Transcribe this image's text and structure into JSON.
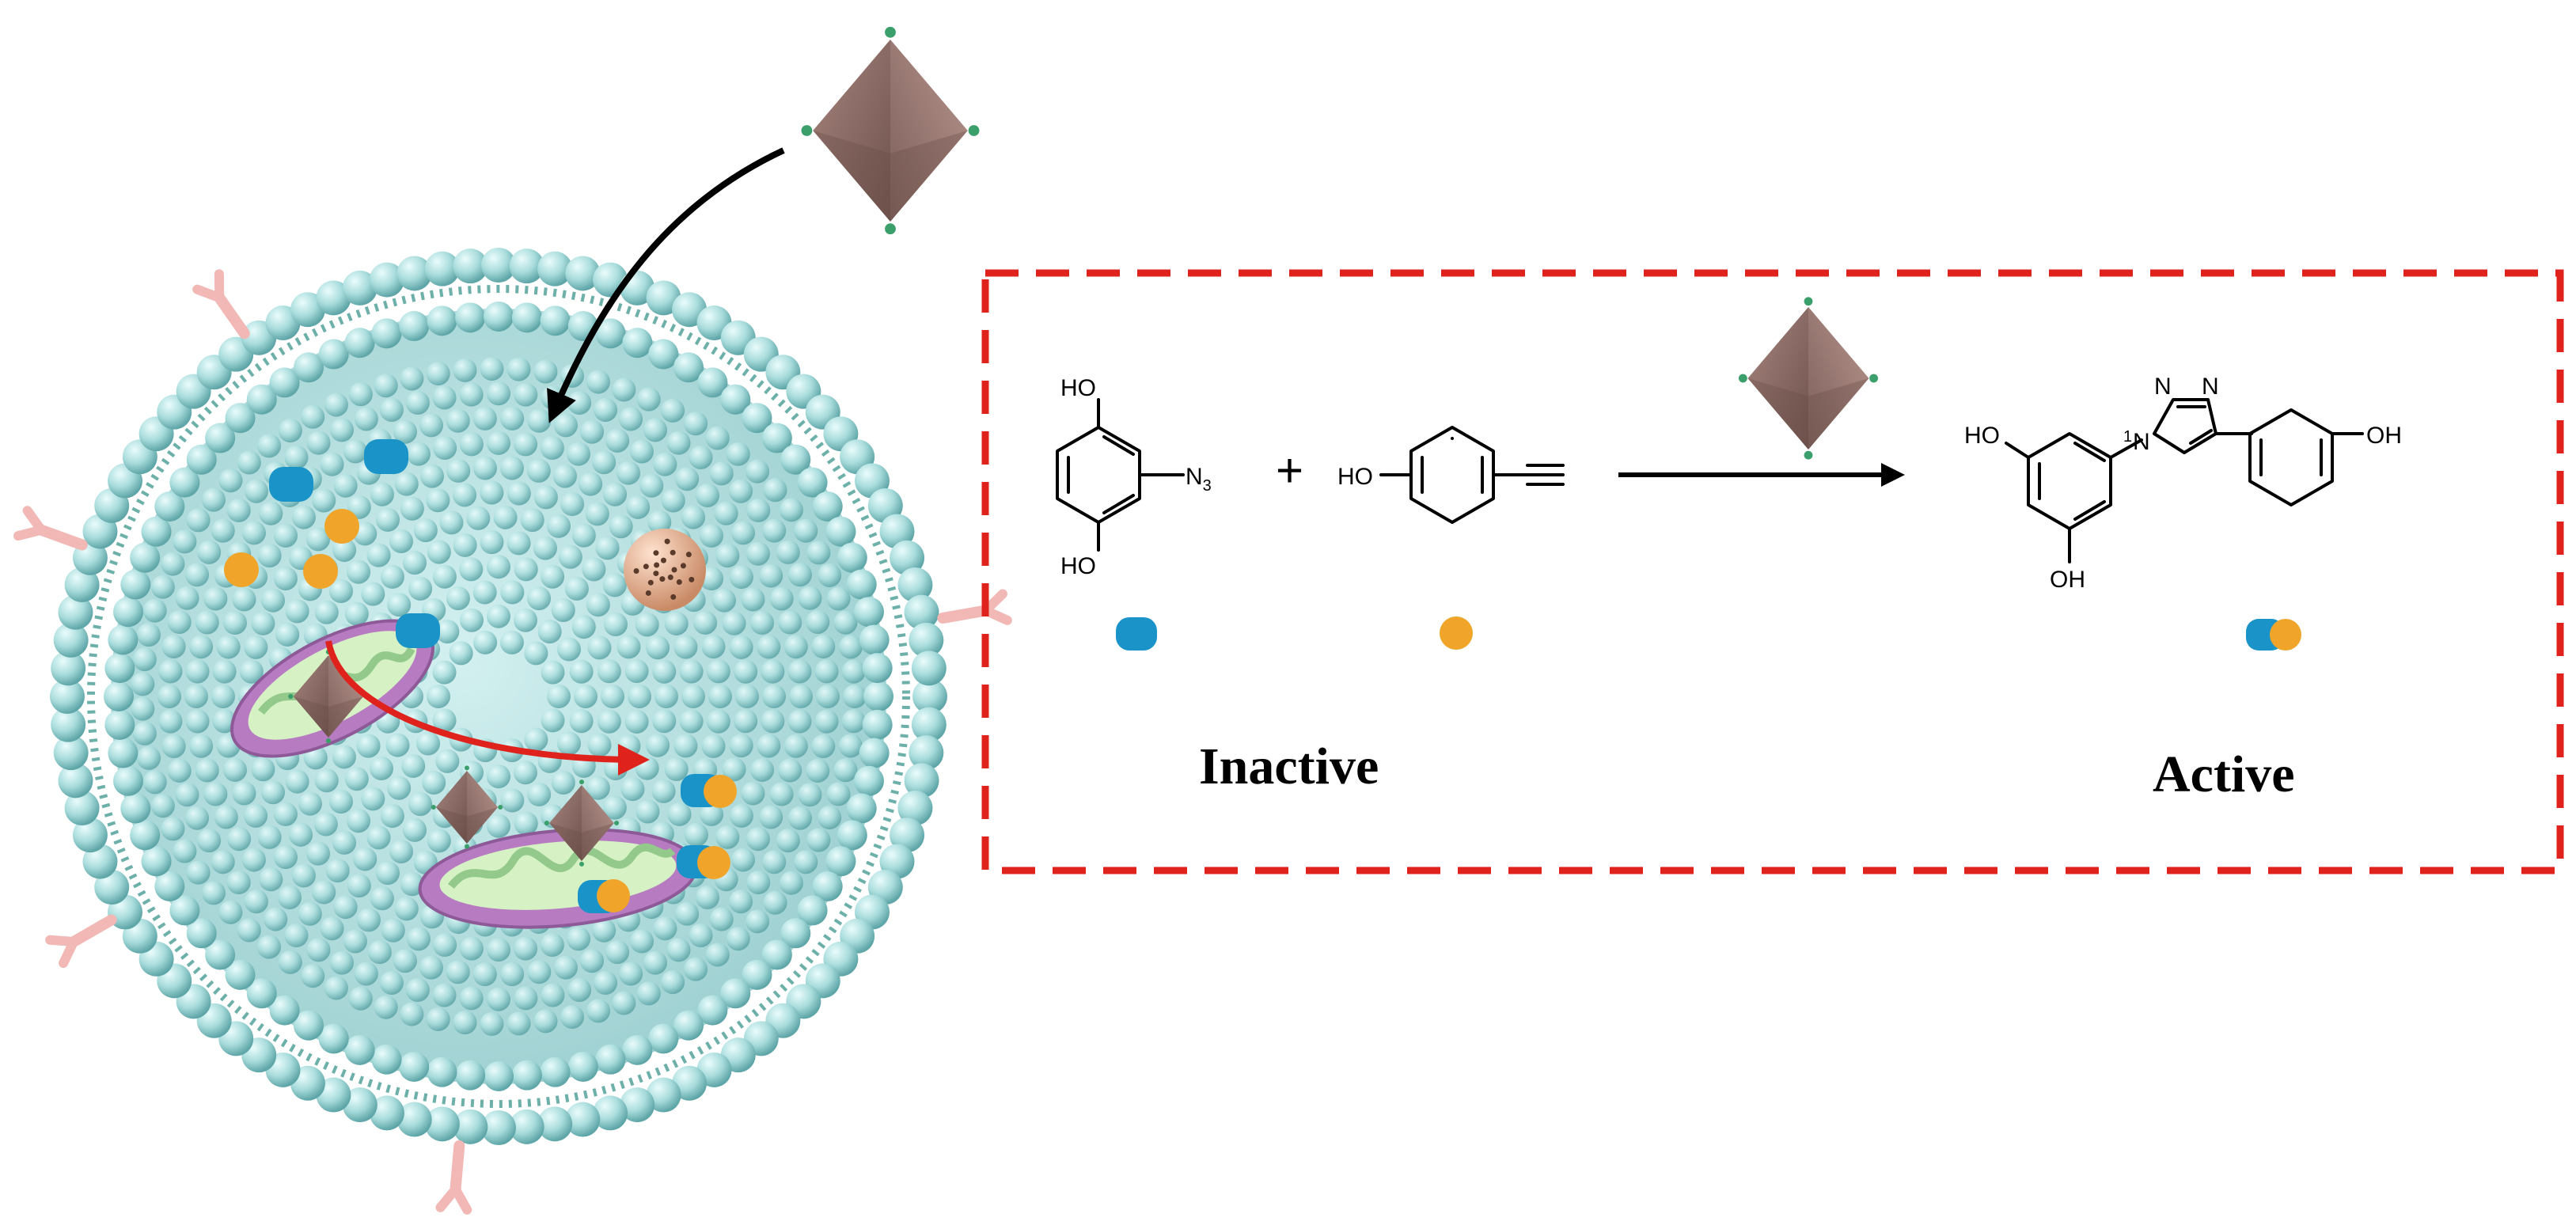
{
  "colors": {
    "membrane_sphere": "#a9dcdc",
    "membrane_sphere_shade": "#5fa6a8",
    "lipid_tail": "#2e8f84",
    "receptor": "#f1b8b5",
    "octahedron": "#8f6e68",
    "dashed_box": "#e0221c",
    "red_arrow": "#e0221c",
    "azide_marker": "#1a93c9",
    "alkyne_marker": "#f0a52a",
    "mitochondria_outer": "#b77bc2",
    "mitochondria_inner": "#d6f2c4",
    "nanoparticle": "#e7b08d"
  },
  "icons": [
    "octahedron-nanocatalyst-icon",
    "arrow-icon",
    "mitochondrion-icon",
    "nanoparticle-icon"
  ],
  "reaction": {
    "reactant1": {
      "oh_top": "HO",
      "oh_bottom": "HO",
      "azide": "N",
      "azide_sub": "3"
    },
    "plus": "+",
    "reactant2": {
      "oh": "HO"
    },
    "product": {
      "oh_left": "HO",
      "oh_bottom": "OH",
      "oh_right": "OH",
      "n1": "N",
      "n2": "N",
      "n3": "N",
      "ring_pos1": "1"
    },
    "inactive_label": "Inactive",
    "active_label": "Active"
  }
}
